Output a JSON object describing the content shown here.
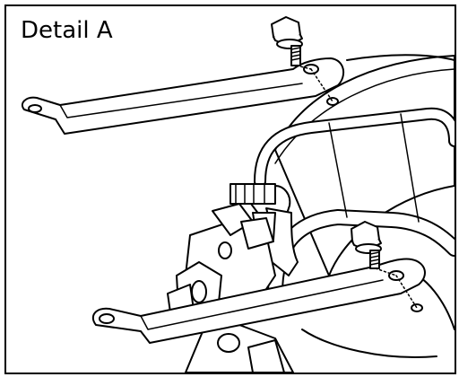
{
  "figure": {
    "title": "Detail A",
    "stroke_color": "#000000",
    "fill_color": "#ffffff",
    "shade_color": "#e6e6e6",
    "parts": [
      {
        "name": "upper-bracket"
      },
      {
        "name": "lower-bracket"
      },
      {
        "name": "upper-flange-bolt"
      },
      {
        "name": "lower-flange-bolt"
      },
      {
        "name": "frame-tube"
      },
      {
        "name": "hose-assembly"
      },
      {
        "name": "valve-block"
      }
    ]
  }
}
